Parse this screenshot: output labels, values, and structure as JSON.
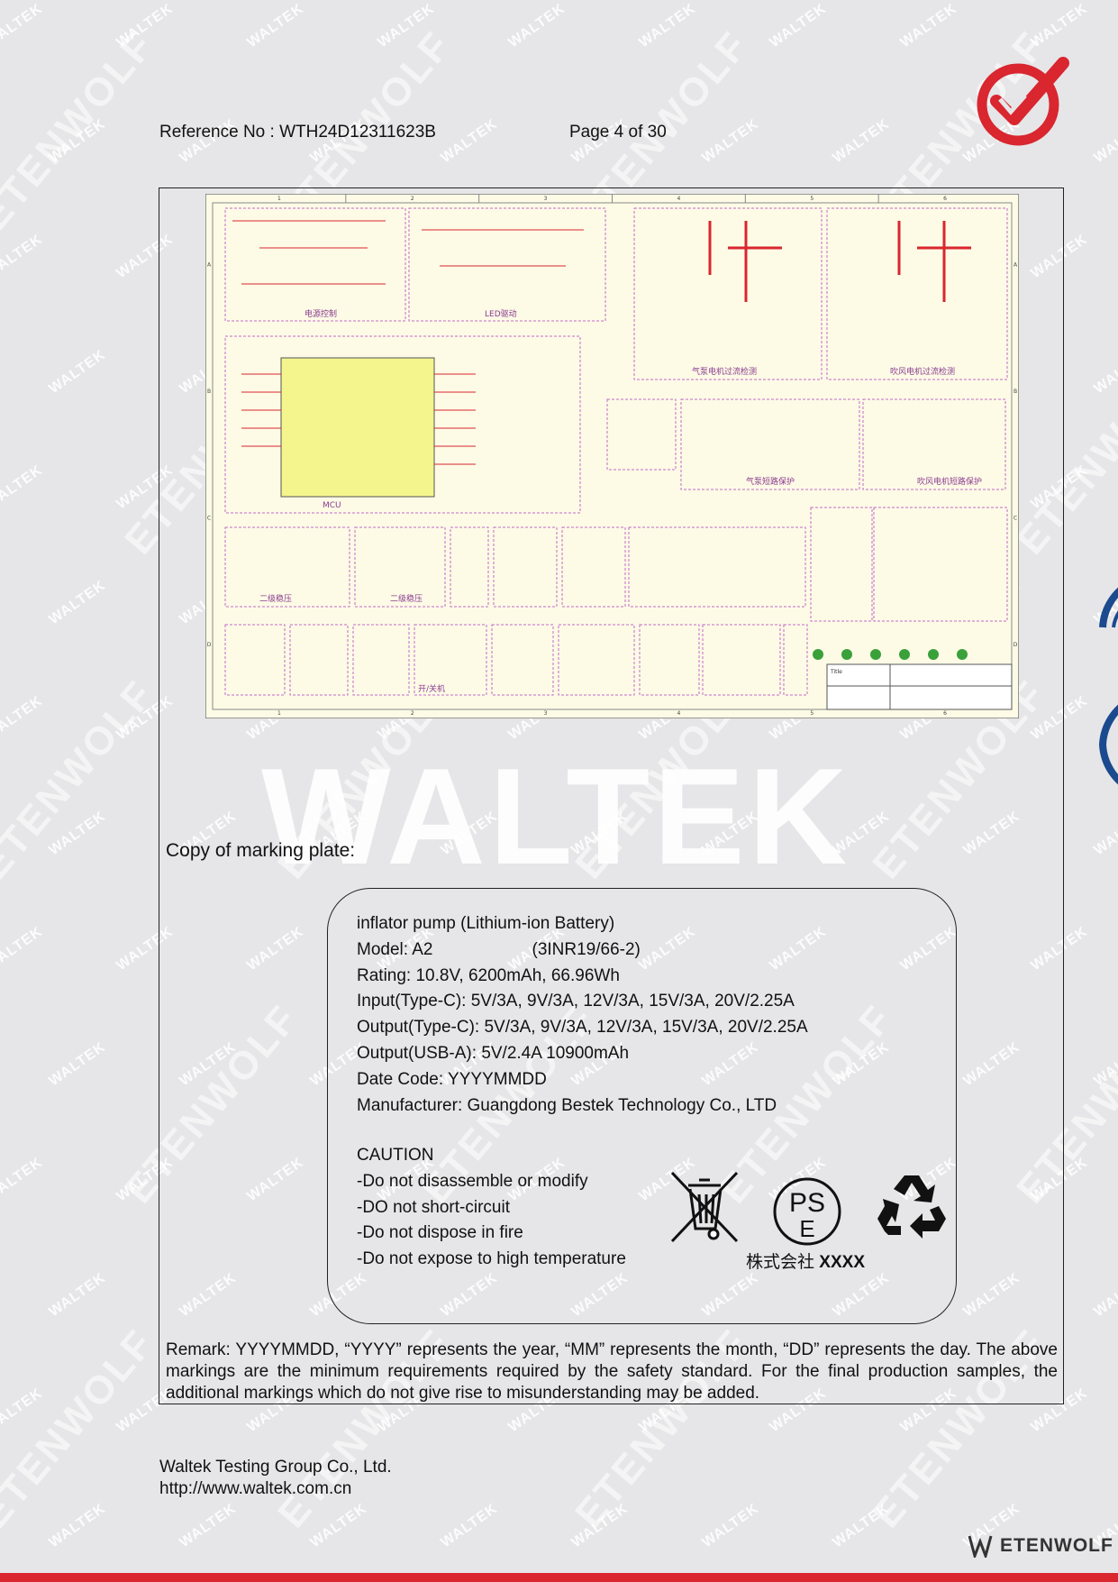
{
  "header": {
    "reference": "Reference No : WTH24D12311623B",
    "page": "Page 4 of 30"
  },
  "watermark": {
    "small": "WALTEK",
    "big": "ETENWOLF",
    "center": "WALTEK"
  },
  "copy_label": "Copy of marking plate:",
  "plate": {
    "product": "inflator pump (Lithium-ion Battery)",
    "model": "Model: A2",
    "model_code": "(3INR19/66-2)",
    "rating": "Rating: 10.8V, 6200mAh, 66.96Wh",
    "input": "Input(Type-C): 5V/3A, 9V/3A, 12V/3A, 15V/3A, 20V/2.25A",
    "output_c": "Output(Type-C): 5V/3A, 9V/3A, 12V/3A, 15V/3A, 20V/2.25A",
    "output_a": "Output(USB-A): 5V/2.4A 10900mAh",
    "date_code": "Date Code: YYYYMMDD",
    "manufacturer": "Manufacturer: Guangdong Bestek Technology Co., LTD",
    "caution_title": "CAUTION",
    "cautions": [
      "-Do not disassemble or modify",
      "-DO not short-circuit",
      "-Do not dispose in fire",
      "-Do not expose to high temperature"
    ],
    "jp_company": "株式会社",
    "jp_company_bold": "XXXX",
    "ps_letters_top": "PS",
    "ps_letter_bottom": "E"
  },
  "remark": "Remark: YYYYMMDD, “YYYY” represents the year, “MM” represents the month, “DD” represents the day. The above markings are the minimum requirements required by the safety standard. For the final production samples, the additional markings which do not give rise to misunderstanding may be added.",
  "footer": {
    "company": "Waltek Testing Group Co., Ltd.",
    "url": "http://www.waltek.com.cn",
    "brand": "ETENWOLF"
  },
  "schematic": {
    "col_numbers": [
      "1",
      "2",
      "3",
      "4",
      "5",
      "6"
    ],
    "row_letters": [
      "A",
      "B",
      "C",
      "D"
    ],
    "block_labels": [
      "电源控制",
      "LED驱动",
      "气泵电机过流检测",
      "吹风电机过流检测",
      "MCU",
      "气泵短路保护",
      "吹风电机短路保护",
      "二级稳压",
      "二级稳压",
      "开/关机"
    ],
    "title_label": "Title"
  },
  "colors": {
    "accent_red": "#d9262f",
    "schematic_bg": "#fdfbe6",
    "schematic_block": "#c468c9",
    "mcu_fill": "#f4f58c"
  }
}
